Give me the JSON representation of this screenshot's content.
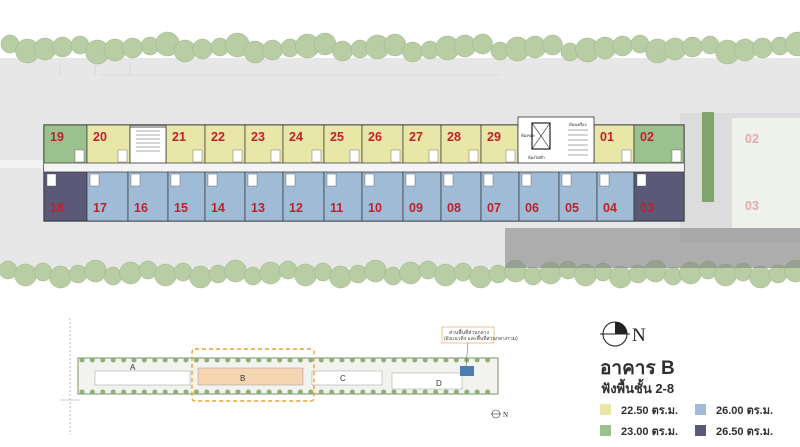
{
  "building": {
    "name": "อาคาร B",
    "floors": "ฟังพื้นชั้น 2-8"
  },
  "colors": {
    "size_22_50": "#e9e7a8",
    "size_23_00": "#9bc18f",
    "size_26_00": "#9fbbd6",
    "size_26_50": "#5a5a78",
    "unit_label": "#c0202a",
    "road": "#e6e6e6",
    "tree": "#b8cca4"
  },
  "units_north": [
    "19",
    "20",
    "21",
    "22",
    "23",
    "24",
    "25",
    "26",
    "27",
    "28",
    "29",
    "01",
    "02"
  ],
  "units_south": [
    "18",
    "17",
    "16",
    "15",
    "14",
    "13",
    "12",
    "11",
    "10",
    "09",
    "08",
    "07",
    "06",
    "05",
    "04",
    "03"
  ],
  "ghost_units": [
    "02",
    "03"
  ],
  "core_labels": [
    "ห้องขยะ",
    "ห้องเครื่อง",
    "ห้องไฟฟ้า"
  ],
  "site_plan": {
    "buildings": [
      "A",
      "B",
      "C",
      "D"
    ],
    "callout_title": "ส่วนพื้นที่ส่วนกลาง",
    "callout_note": "(ผังแนวดิ่ง และพื้นที่ส่วนกลางรวม)"
  },
  "compass": {
    "north": "N",
    "small_north": "N"
  },
  "legend": [
    {
      "label": "22.50 ตร.ม.",
      "color": "#e9e7a8"
    },
    {
      "label": "26.00 ตร.ม.",
      "color": "#9fbbd6"
    },
    {
      "label": "23.00 ตร.ม.",
      "color": "#9bc18f"
    },
    {
      "label": "26.50 ตร.ม.",
      "color": "#5a5a78"
    }
  ]
}
